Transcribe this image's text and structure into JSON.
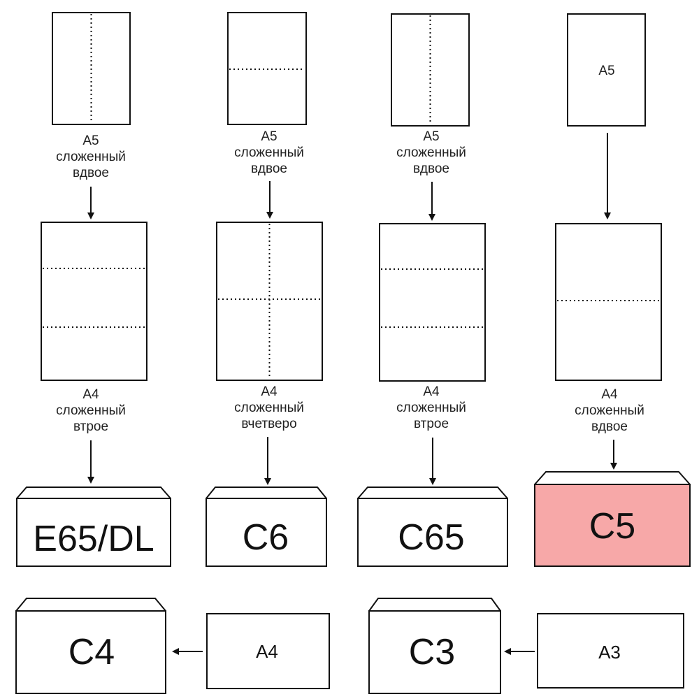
{
  "diagram": {
    "columns": [
      {
        "a5": {
          "label": "",
          "fold": "vertical"
        },
        "a5_caption": [
          "A5",
          "сложенный",
          "вдвое"
        ],
        "a4": {
          "folds": "two-horizontal"
        },
        "a4_caption": [
          "A4",
          "сложенный",
          "втрое"
        ],
        "envelope": {
          "label": "E65/DL",
          "fill": "#ffffff"
        }
      },
      {
        "a5": {
          "label": "",
          "fold": "horizontal"
        },
        "a5_caption": [
          "A5",
          "сложенный",
          "вдвое"
        ],
        "a4": {
          "folds": "cross"
        },
        "a4_caption": [
          "A4",
          "сложенный",
          "вчетверо"
        ],
        "envelope": {
          "label": "C6",
          "fill": "#ffffff"
        }
      },
      {
        "a5": {
          "label": "",
          "fold": "vertical"
        },
        "a5_caption": [
          "A5",
          "сложенный",
          "вдвое"
        ],
        "a4": {
          "folds": "two-horizontal"
        },
        "a4_caption": [
          "A4",
          "сложенный",
          "втрое"
        ],
        "envelope": {
          "label": "C65",
          "fill": "#ffffff"
        }
      },
      {
        "a5": {
          "label": "A5",
          "fold": "none"
        },
        "a5_caption": [],
        "a4": {
          "folds": "one-horizontal"
        },
        "a4_caption": [
          "A4",
          "сложенный",
          "вдвое"
        ],
        "envelope": {
          "label": "C5",
          "fill": "#f7a8a8",
          "highlighted": true
        }
      }
    ],
    "bottom_row": [
      {
        "envelope_label": "C4",
        "sheet_label": "A4"
      },
      {
        "envelope_label": "C3",
        "sheet_label": "A3"
      }
    ],
    "colors": {
      "line": "#111111",
      "highlight_fill": "#f7a8a8"
    }
  }
}
